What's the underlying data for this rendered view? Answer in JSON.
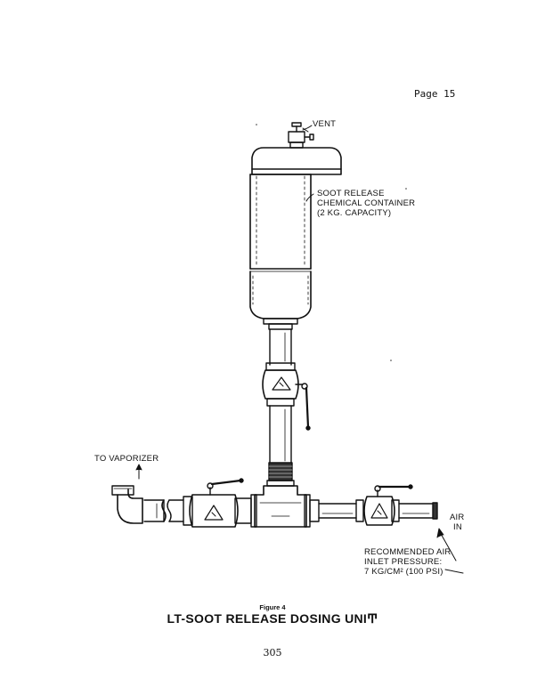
{
  "page_header": "Page 15",
  "labels": {
    "vent": "VENT",
    "container_l1": "SOOT RELEASE",
    "container_l2": "CHEMICAL CONTAINER",
    "container_l3": "(2 KG. CAPACITY)",
    "to_vaporizer": "TO VAPORIZER",
    "air_in_l1": "AIR",
    "air_in_l2": "IN",
    "pressure_l1": "RECOMMENDED AIR",
    "pressure_l2": "INLET PRESSURE:",
    "pressure_l3": "7 KG/CM² (100 PSI)"
  },
  "figure": {
    "number": "Figure 4",
    "title": "LT-SOOT RELEASE DOSING UNIͲ"
  },
  "page_number": "305"
}
